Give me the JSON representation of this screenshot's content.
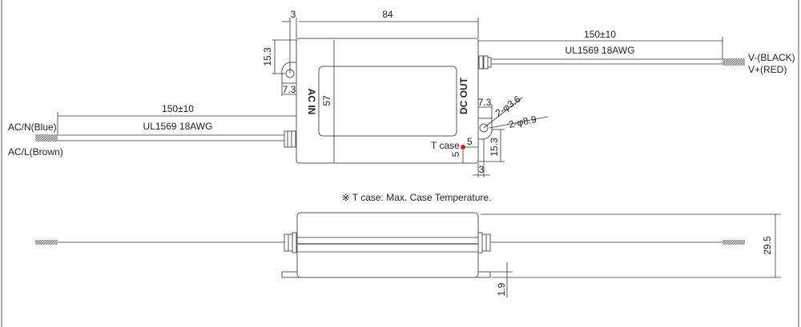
{
  "top_view": {
    "dim_width": "84",
    "dim_tab": "3",
    "dim_tab_bottom": "3",
    "dim_hole_left_v": "15.3",
    "dim_hole_left_h": "7.3",
    "dim_hole_right_v": "15.3",
    "dim_hole_right_h": "7.3",
    "dim_height": "57",
    "label_input": "AC IN",
    "label_output": "DC OUT",
    "hole_small": "2-φ3.6",
    "hole_large": "2-φ8.9",
    "tcase_label": "T case",
    "tcase_dx": "5",
    "tcase_dy": "5",
    "tcase_color": "#e02020"
  },
  "output_wire": {
    "length": "150±10",
    "spec": "UL1569 18AWG",
    "lead1": "V-(BLACK)",
    "lead2": "V+(RED)"
  },
  "input_wire": {
    "length": "150±10",
    "spec": "UL1569 18AWG",
    "lead1": "AC/N(Blue)",
    "lead2": "AC/L(Brown)"
  },
  "note": "※ T case: Max. Case Temperature.",
  "side_view": {
    "dim_height": "29.5",
    "dim_flange": "1.9"
  }
}
